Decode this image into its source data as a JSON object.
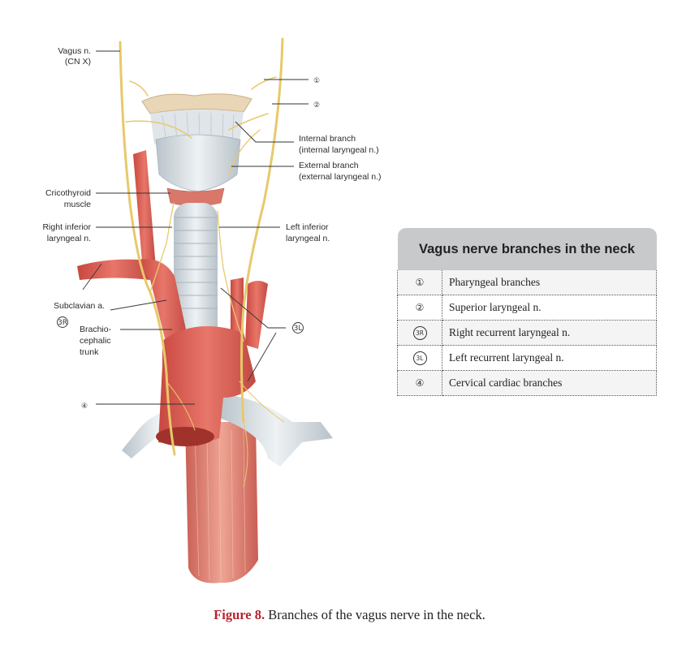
{
  "labels": {
    "vagus": [
      "Vagus n.",
      "(CN X)"
    ],
    "internal_branch": [
      "Internal branch",
      "(internal laryngeal n.)"
    ],
    "external_branch": [
      "External branch",
      "(external laryngeal n.)"
    ],
    "cricothyroid": [
      "Cricothyroid",
      "muscle"
    ],
    "right_inferior": [
      "Right inferior",
      "laryngeal n."
    ],
    "left_inferior": [
      "Left inferior",
      "laryngeal n."
    ],
    "subclavian": "Subclavian a.",
    "brachiocephalic": [
      "Brachio-",
      "cephalic",
      "trunk"
    ]
  },
  "markers": {
    "m1": "①",
    "m2": "②",
    "m3r": "3R",
    "m3l": "3L",
    "m4": "④"
  },
  "legend": {
    "title": "Vagus nerve branches in the neck",
    "rows": [
      {
        "num": "①",
        "text": "Pharyngeal branches"
      },
      {
        "num": "②",
        "text": "Superior laryngeal n."
      },
      {
        "num": "3R",
        "text": "Right recurrent laryngeal n."
      },
      {
        "num": "3L",
        "text": "Left recurrent laryngeal n."
      },
      {
        "num": "④",
        "text": "Cervical cardiac branches"
      }
    ]
  },
  "caption": {
    "figure": "Figure 8.",
    "text": " Branches of the vagus nerve in the neck."
  },
  "colors": {
    "nerve": "#e8c96a",
    "artery": "#e3675c",
    "cartilage": "#d6dde2",
    "muscle": "#d9786a",
    "legend_header": "#c8c9cb",
    "caption_figure": "#b52330"
  }
}
